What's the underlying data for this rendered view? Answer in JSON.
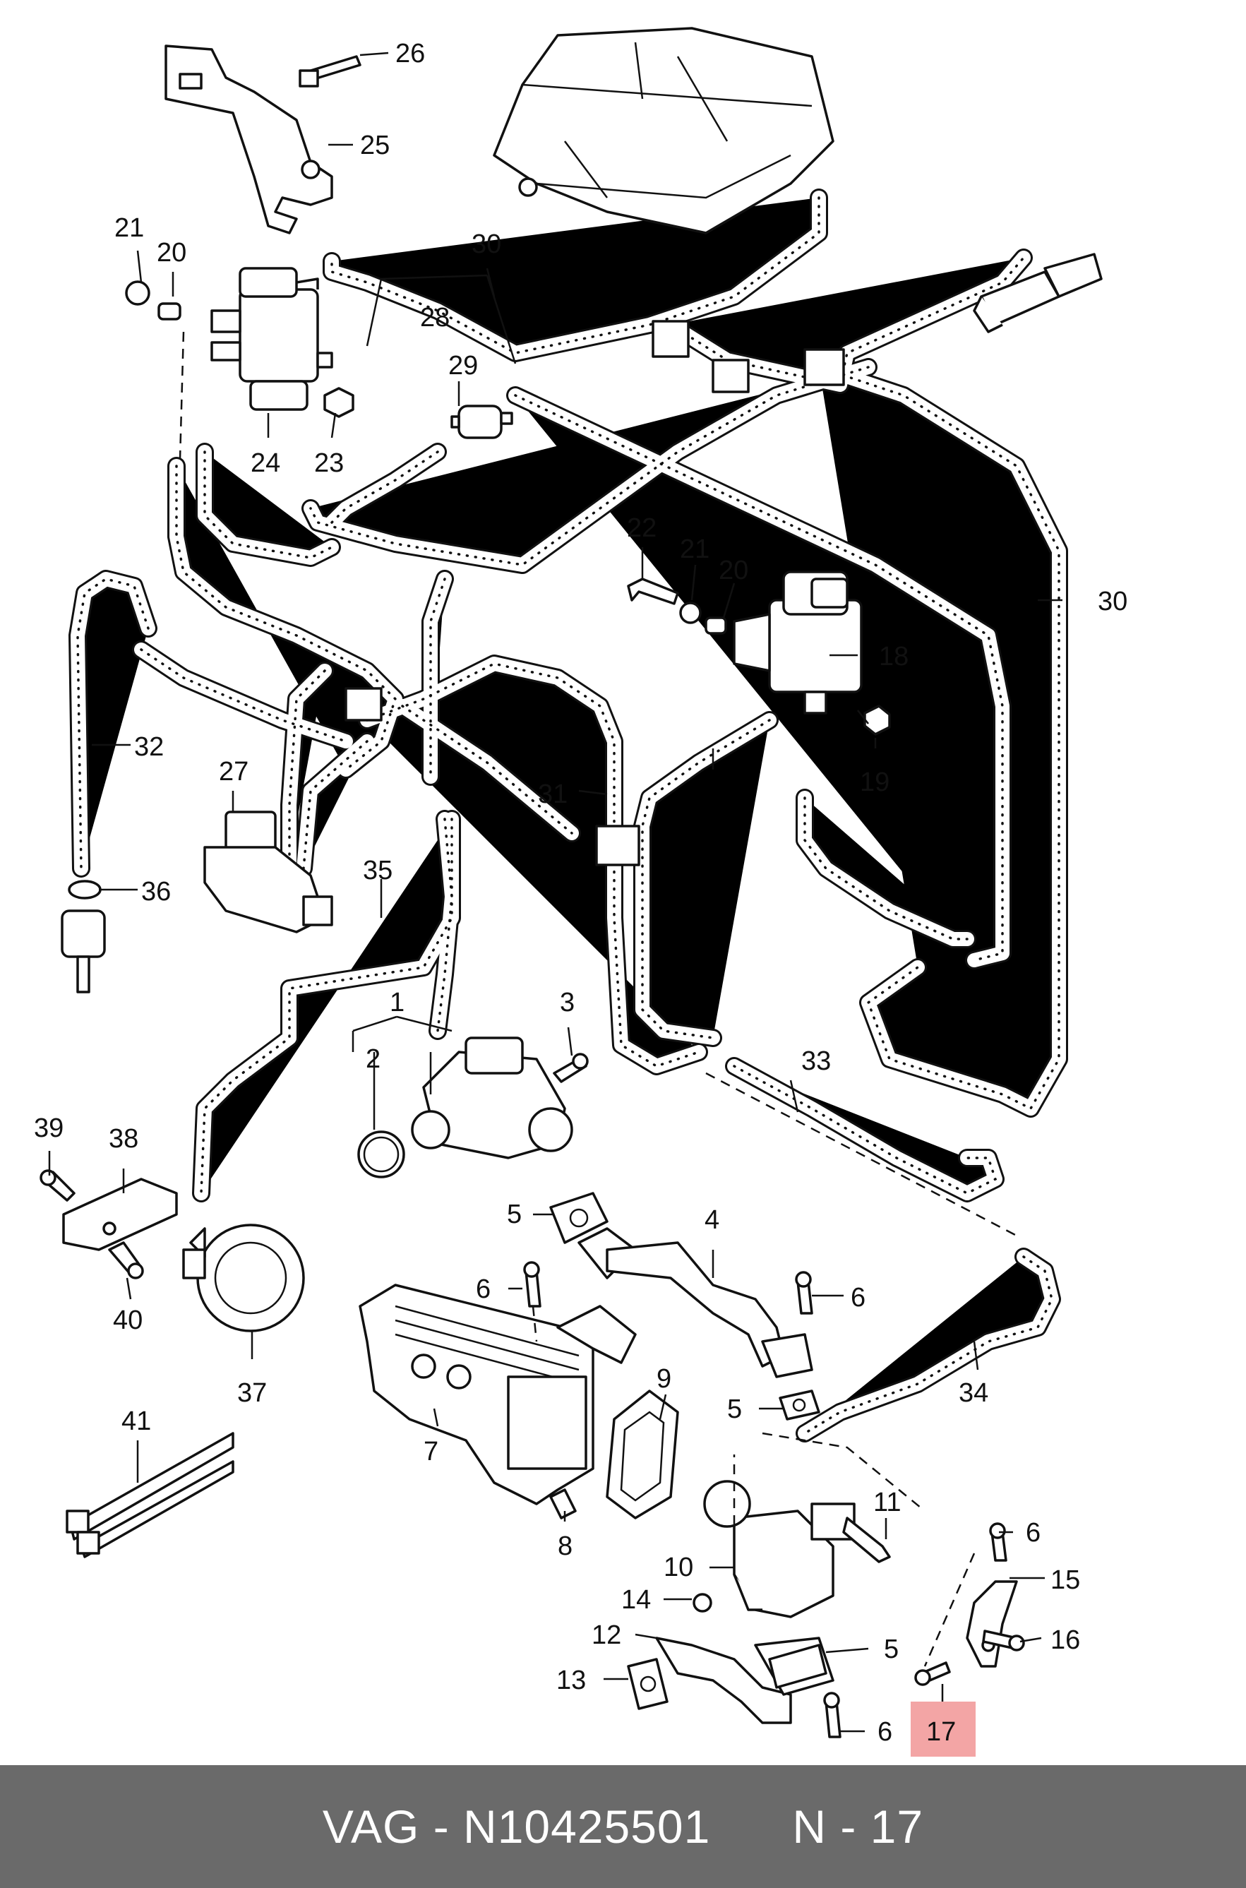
{
  "callouts": {
    "c1": "1",
    "c2": "2",
    "c3": "3",
    "c4": "4",
    "c5a": "5",
    "c5b": "5",
    "c5c": "5",
    "c6a": "6",
    "c6b": "6",
    "c6c": "6",
    "c6d": "6",
    "c7": "7",
    "c8": "8",
    "c9": "9",
    "c10": "10",
    "c11": "11",
    "c12": "12",
    "c13": "13",
    "c14": "14",
    "c15": "15",
    "c16": "16",
    "c17": "17",
    "c18": "18",
    "c19": "19",
    "c20a": "20",
    "c20b": "20",
    "c21a": "21",
    "c21b": "21",
    "c22": "22",
    "c23": "23",
    "c24": "24",
    "c25": "25",
    "c26": "26",
    "c27": "27",
    "c28": "28",
    "c29": "29",
    "c30a": "30",
    "c30b": "30",
    "c31": "31",
    "c32": "32",
    "c33": "33",
    "c34": "34",
    "c35": "35",
    "c36": "36",
    "c37": "37",
    "c38": "38",
    "c39": "39",
    "c40": "40",
    "c41": "41"
  },
  "highlighted_callout": "17",
  "colors": {
    "highlight": "#f3a5a5",
    "footer_bg": "#6a6a6a",
    "footer_text": "#ffffff",
    "line": "#111111"
  },
  "footer": {
    "text": "VAG - N10425501      N - 17"
  }
}
